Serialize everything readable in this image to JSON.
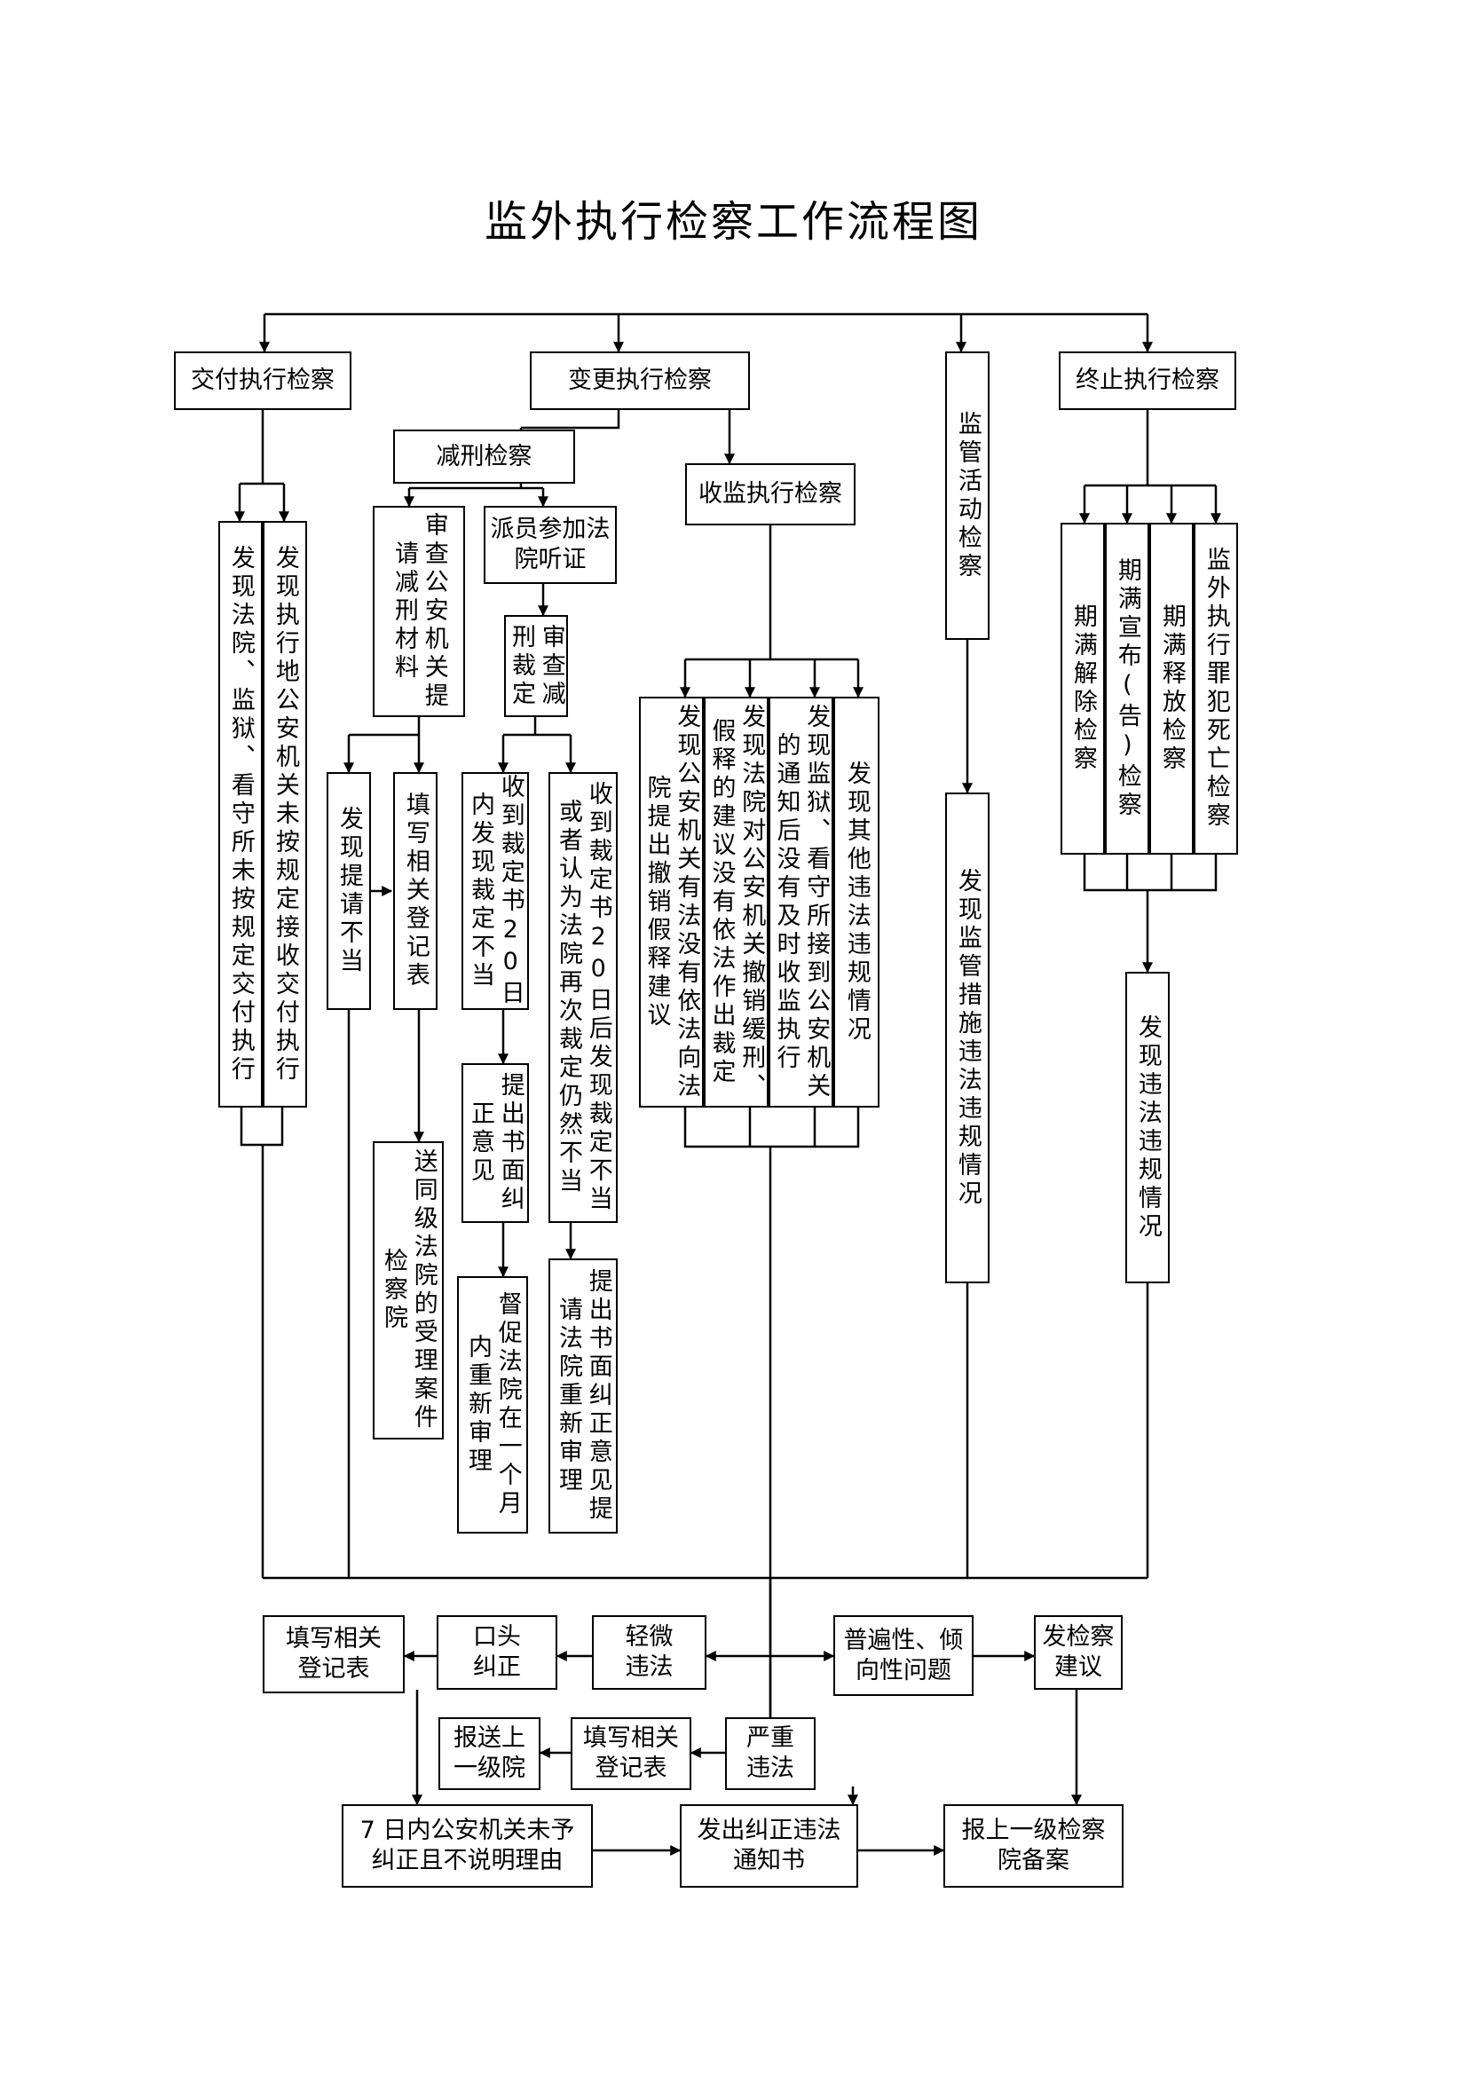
{
  "title": "监外执行检察工作流程图",
  "top": {
    "jiaofu": "交付执行检察",
    "biangeng": "变更执行检察",
    "jianguan": "监管活动检察",
    "zhongzhi": "终止执行检察"
  },
  "jiaofu": {
    "court": "发现法院、监狱、看守所未按规定交付执行",
    "police": "发现执行地公安机关未按规定接收交付执行"
  },
  "biangeng": {
    "jianxing": "减刑检察",
    "shoujian": "收监执行检察",
    "review_materials": "审查公安机关提请减刑材料",
    "attend_hearing": "派员参加法院听证",
    "review_ruling": "审查减刑裁定",
    "improper": "发现提请不当",
    "fill_form": "填写相关登记表",
    "send_court": "送同级法院的受理案件检察院",
    "within20": "收到裁定书20日内发现裁定不当",
    "after20": "收到裁定书20日后发现裁定不当或者认为法院再次裁定仍然不当",
    "correction_opinion": "提出书面纠正意见",
    "supervise_retrial": "督促法院在一个月内重新审理",
    "request_retrial": "提出书面纠正意见提请法院重新审理",
    "s1": "发现公安机关有法没有依法向法院提出撤销假释建议",
    "s2": "发现法院对公安机关撤销缓刑、假释的建议没有依法作出裁定",
    "s3": "发现监狱、看守所接到公安机关的通知后没有及时收监执行",
    "s4": "发现其他违法违规情况"
  },
  "jianguan": {
    "found": "发现监管措施违法违规情况"
  },
  "zhongzhi": {
    "c1": "期满解除检察",
    "c2": "期满宣布(告)检察",
    "c3": "期满释放检察",
    "c4": "监外执行罪犯死亡检察",
    "found": "发现违法违规情况"
  },
  "bottom": {
    "fill_form1": "填写相关\n登记表",
    "oral": "口头\n纠正",
    "minor": "轻微\n违法",
    "general": "普遍性、倾\n向性问题",
    "suggest": "发检察\n建议",
    "report_upper": "报送上\n一级院",
    "fill_form2": "填写相关\n登记表",
    "serious": "严重\n违法",
    "seven_days": "7 日内公安机关未予\n纠正且不说明理由",
    "notice": "发出纠正违法\n通知书",
    "file_upper": "报上一级检察\n院备案"
  }
}
